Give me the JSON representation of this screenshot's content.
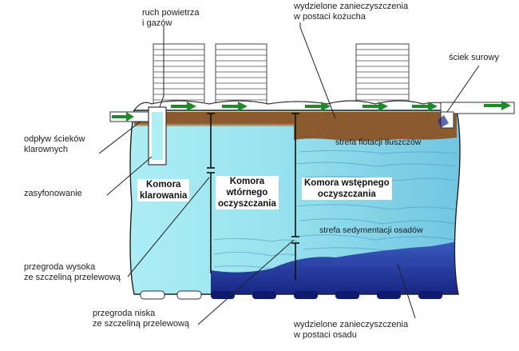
{
  "labels": {
    "air_gas": "ruch powietrza\ni gazów",
    "separated_scum": "wydzielone zanieczyszczenia\nw postaci kożucha",
    "raw_sewage": "ściek surowy",
    "clear_outflow": "odpływ ścieków\nklarownych",
    "siphon": "zasyfonowanie",
    "high_partition": "przegroda wysoka\nze szczeliną przelewową",
    "low_partition": "przegroda niska\nze szczeliną przelewową",
    "separated_sludge": "wydzielone zanieczyszczenia\nw postaci osadu"
  },
  "zones": {
    "flotation": "strefa flotacji tłuszczów",
    "sedimentation": "strefa sedymentacji osadów"
  },
  "chambers": {
    "clarifying": "Komora\nklarowania",
    "secondary": "Komora\nwtórnego\noczyszczania",
    "primary": "Komora wstępnego\noczyszczania"
  },
  "colors": {
    "water_light": "#a8ecf2",
    "water_mid": "#7fd3e6",
    "sludge": "#1b2a8c",
    "scum": "#8a5a2e",
    "flow_arrow": "#1e8a2a",
    "tank_outline": "#222222"
  }
}
